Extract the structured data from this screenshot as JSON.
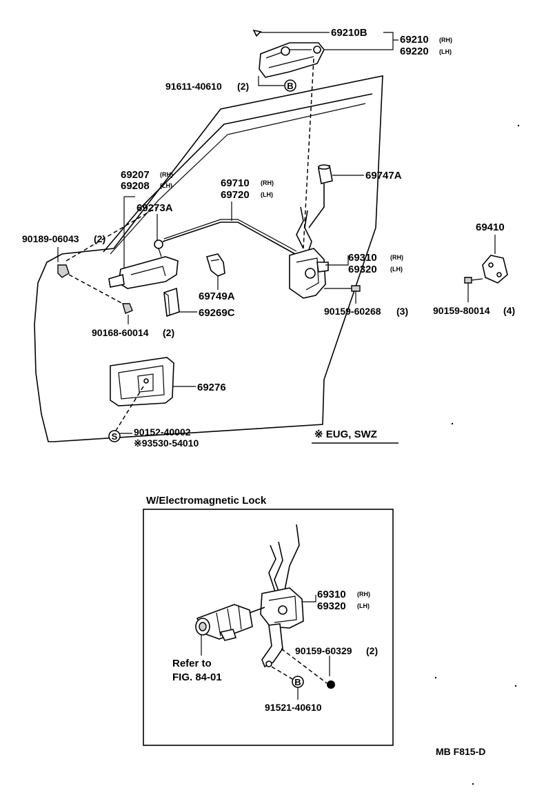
{
  "upper": {
    "p69210B": "69210B",
    "p69210": "69210",
    "p69220": "69220",
    "rh": "(RH)",
    "lh": "(LH)",
    "p91611": "91611-40610",
    "qty2": "(2)",
    "markB": "B",
    "p69207": "69207",
    "p69208": "69208",
    "p69273A": "69273A",
    "p90189": "90189-06043",
    "p69710": "69710",
    "p69720": "69720",
    "p69747A": "69747A",
    "p69410": "69410",
    "p69310": "69310",
    "p69320": "69320",
    "p69749A": "69749A",
    "p69269C": "69269C",
    "p90168": "90168-60014",
    "p90159a": "90159-60268",
    "qty3": "(3)",
    "p90159b": "90159-80014",
    "qty4": "(4)",
    "p69276": "69276",
    "p90152": "90152-40002",
    "p93530": "※93530-54010",
    "markS": "S",
    "note": "※ EUG, SWZ"
  },
  "lower": {
    "title": "W/Electromagnetic Lock",
    "p69310": "69310",
    "p69320": "69320",
    "rh": "(RH)",
    "lh": "(LH)",
    "p90159": "90159-60329",
    "qty2": "(2)",
    "refer1": "Refer to",
    "refer2": "FIG. 84-01",
    "markB": "B",
    "p91521": "91521-40610"
  },
  "footer": {
    "code": "MB   F815-D"
  }
}
